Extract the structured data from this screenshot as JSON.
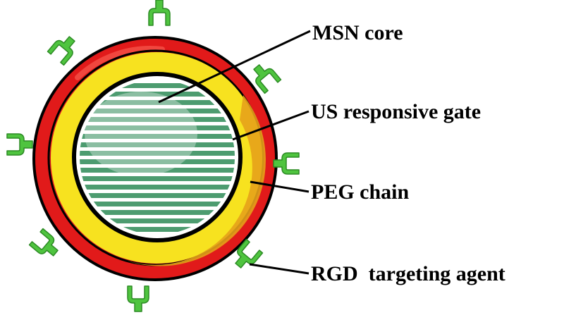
{
  "labels": {
    "msn_core": "MSN core",
    "us_gate": "US responsive gate",
    "peg_chain": "PEG chain",
    "rgd_agent": "RGD  targeting agent"
  },
  "colors": {
    "outer_shell": "#E11A1A",
    "shell_outline": "#000000",
    "gate_ring": "#F7E21F",
    "gate_shadow": "#E6A21A",
    "core_fill": "#FFFFFF",
    "core_stripes": "#2E8B57",
    "rgd_ligand": "#4FC43F",
    "rgd_ligand_outline": "#2C8A24"
  },
  "icons": {
    "ligand": "rgd-ligand-icon"
  }
}
